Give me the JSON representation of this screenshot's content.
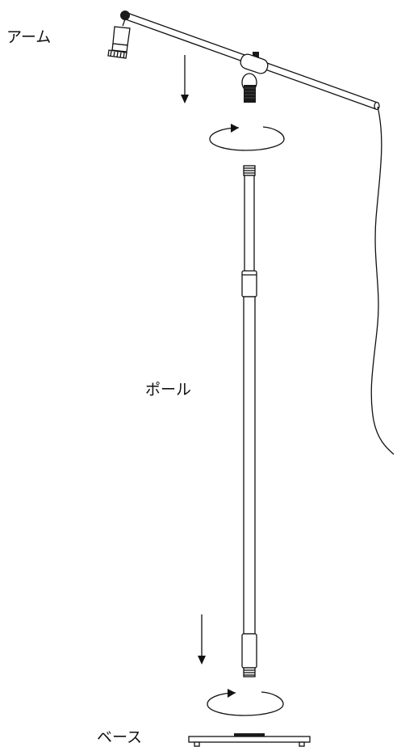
{
  "labels": {
    "arm": "アーム",
    "pole": "ポール",
    "base": "ベース"
  },
  "colors": {
    "line": "#111111",
    "fill": "#ffffff",
    "dark": "#1a1a1a"
  }
}
